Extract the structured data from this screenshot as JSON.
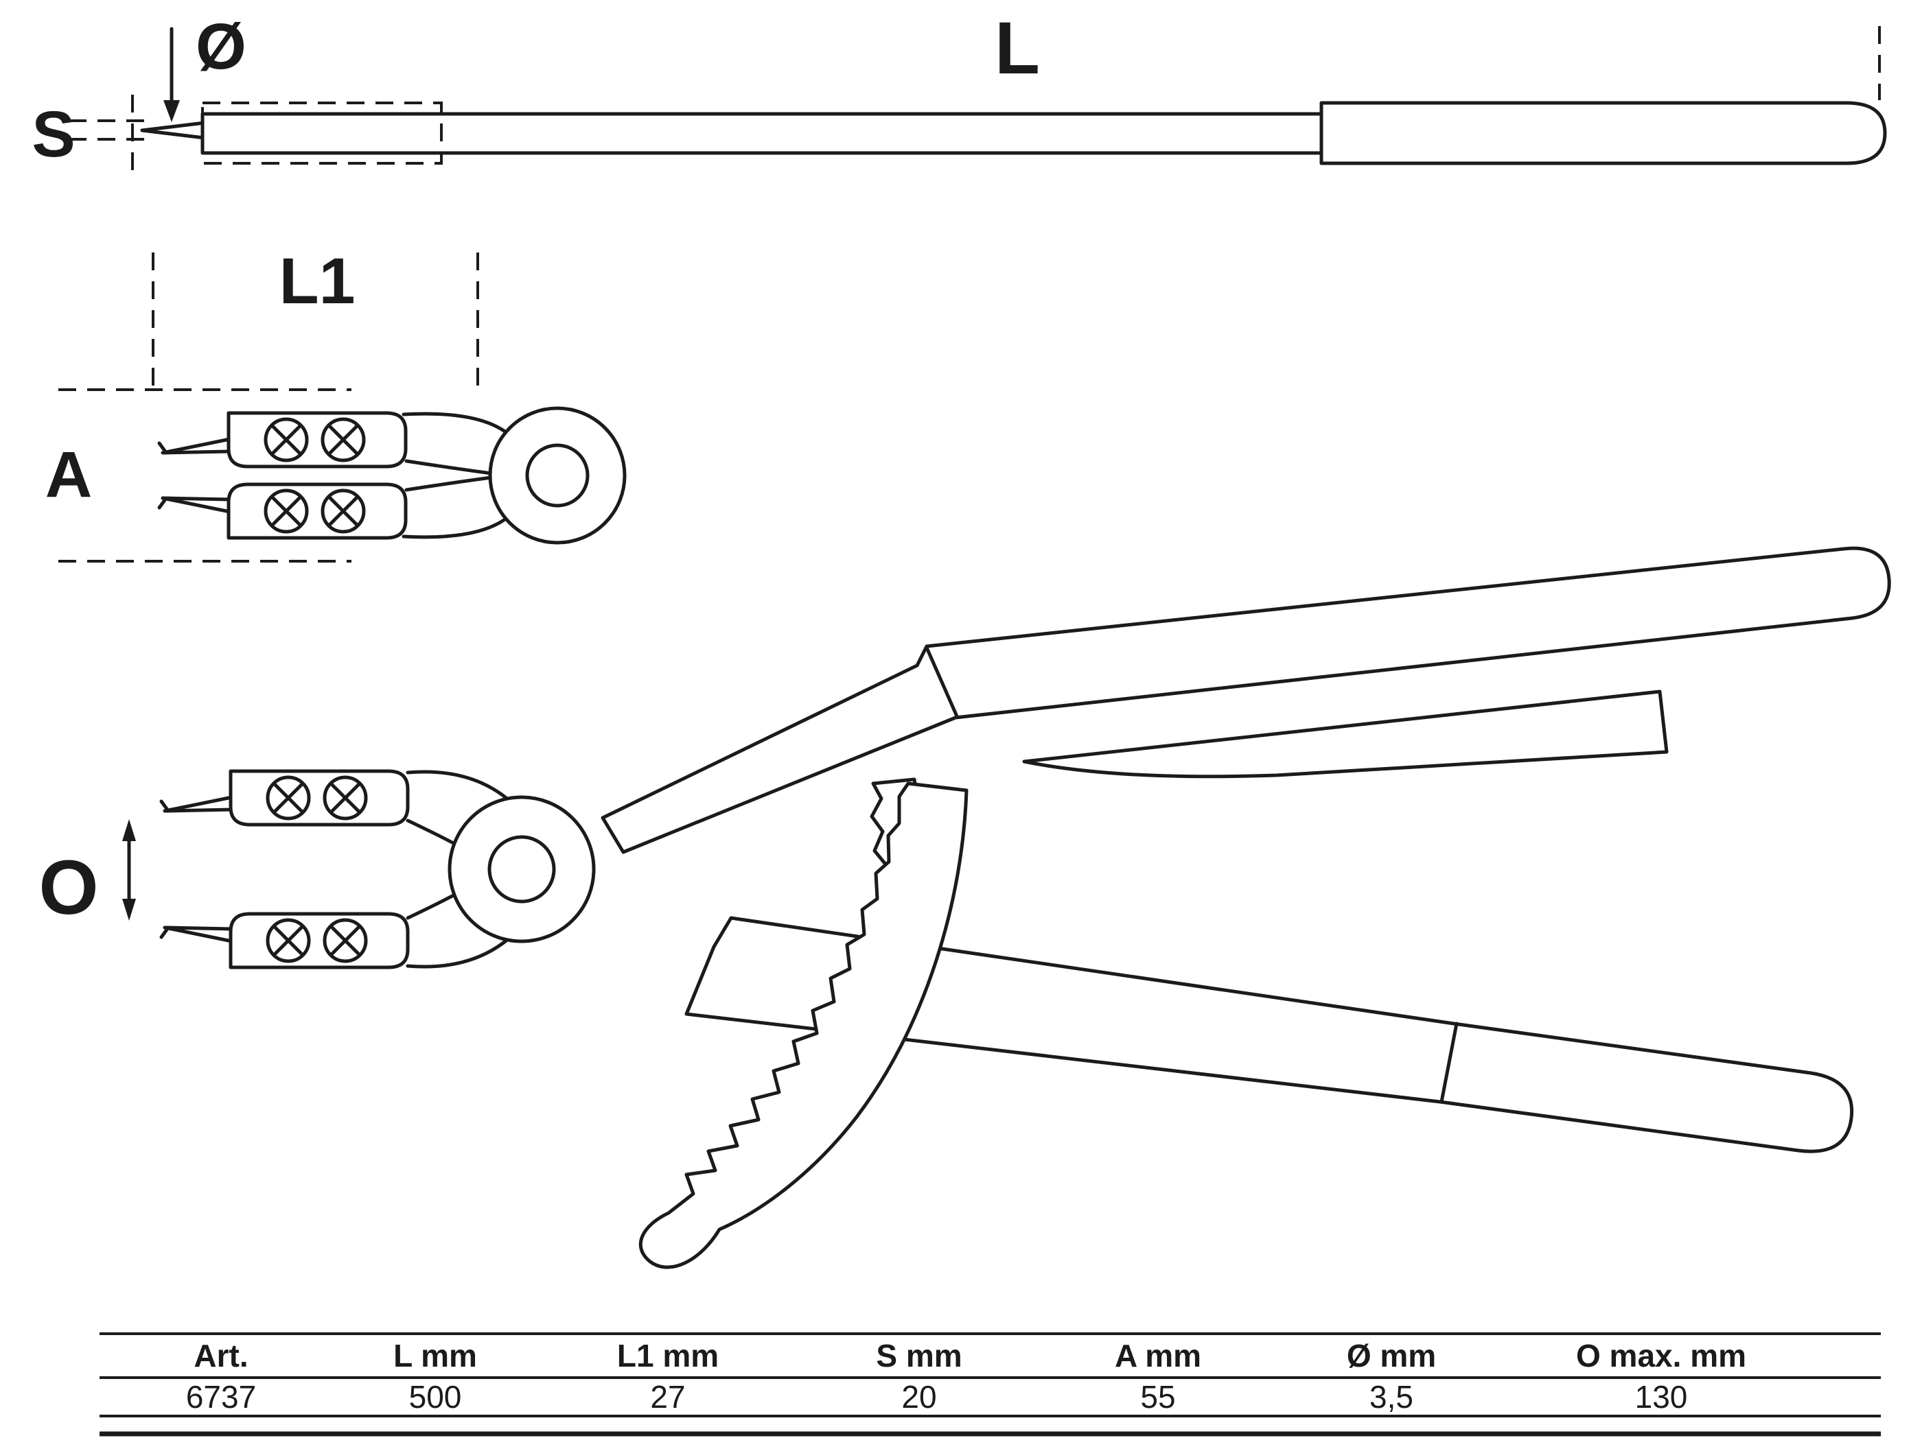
{
  "drawing": {
    "labels": {
      "diameter": "Ø",
      "length": "L",
      "thickness": "S",
      "tip_length": "L1",
      "tip_view": "A",
      "opening": "O"
    }
  },
  "spec_table": {
    "headers": [
      "Art.",
      "L mm",
      "L1 mm",
      "S mm",
      "A mm",
      "Ø mm",
      "O max. mm"
    ],
    "values": [
      "6737",
      "500",
      "27",
      "20",
      "55",
      "3,5",
      "130"
    ]
  }
}
